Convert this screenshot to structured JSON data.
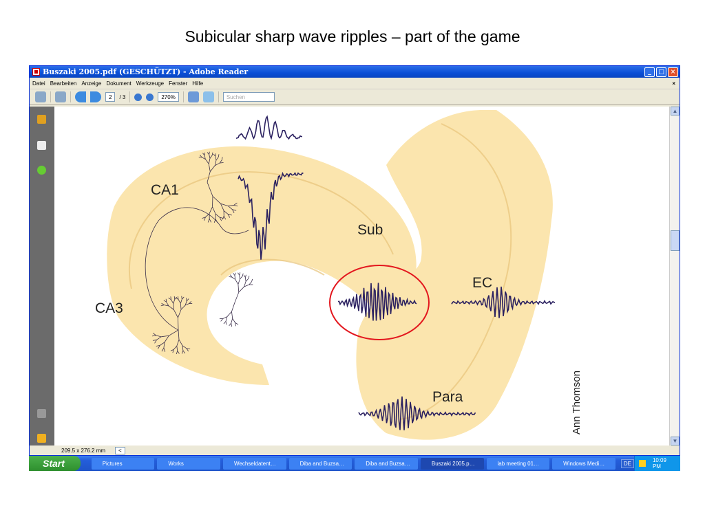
{
  "slide": {
    "title": "Subicular sharp wave ripples – part of the game"
  },
  "window": {
    "title": "Buszaki 2005.pdf (GESCHÜTZT) - Adobe Reader",
    "buttons": [
      "_",
      "□",
      "×"
    ]
  },
  "menu": {
    "items": [
      "Datei",
      "Bearbeiten",
      "Anzeige",
      "Dokument",
      "Werkzeuge",
      "Fenster",
      "Hilfe"
    ],
    "close": "×"
  },
  "toolbar": {
    "page": "2",
    "page_total": "/ 3",
    "zoom": "270%",
    "search_placeholder": "Suchen"
  },
  "figure": {
    "labels": {
      "ca1": "CA1",
      "ca3": "CA3",
      "sub": "Sub",
      "ec": "EC",
      "para": "Para"
    },
    "credit": "Ann Thomson",
    "highlight_color": "#e3171e",
    "tissue_color": "#fbe5ae",
    "trace_color": "#2b2160"
  },
  "statusbar": {
    "size": "209.5 x 276.2 mm"
  },
  "taskbar": {
    "start": "Start",
    "tasks": [
      "Pictures",
      "Works",
      "Wechseldatent…",
      "Diba and Buzsa…",
      "Diba and Buzsa…",
      "Buszaki 2005.p…",
      "lab meeting 01…",
      "Windows Medi…"
    ],
    "lang": "DE",
    "clock": "10:09 PM"
  }
}
